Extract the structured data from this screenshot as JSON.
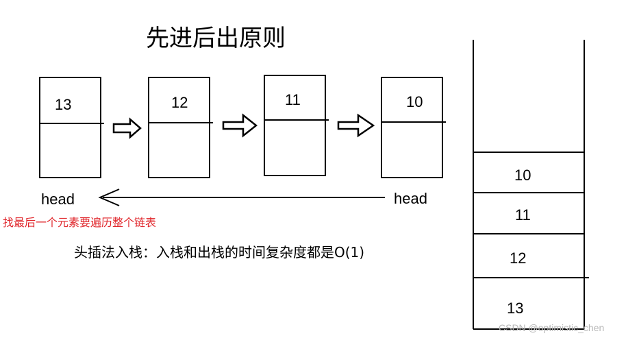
{
  "title": "先进后出原则",
  "nodes": [
    "13",
    "12",
    "11",
    "10"
  ],
  "head_left": "head",
  "head_right": "head",
  "note_red": "找最后一个元素要遍历整个链表",
  "note_black": "头插法入栈：入栈和出栈的时间复杂度都是O(1)",
  "stack": [
    "10",
    "11",
    "12",
    "13"
  ],
  "watermark": "CSDN @optimistic_chen",
  "colors": {
    "note_red": "#e0262b",
    "lines": "#000000"
  }
}
